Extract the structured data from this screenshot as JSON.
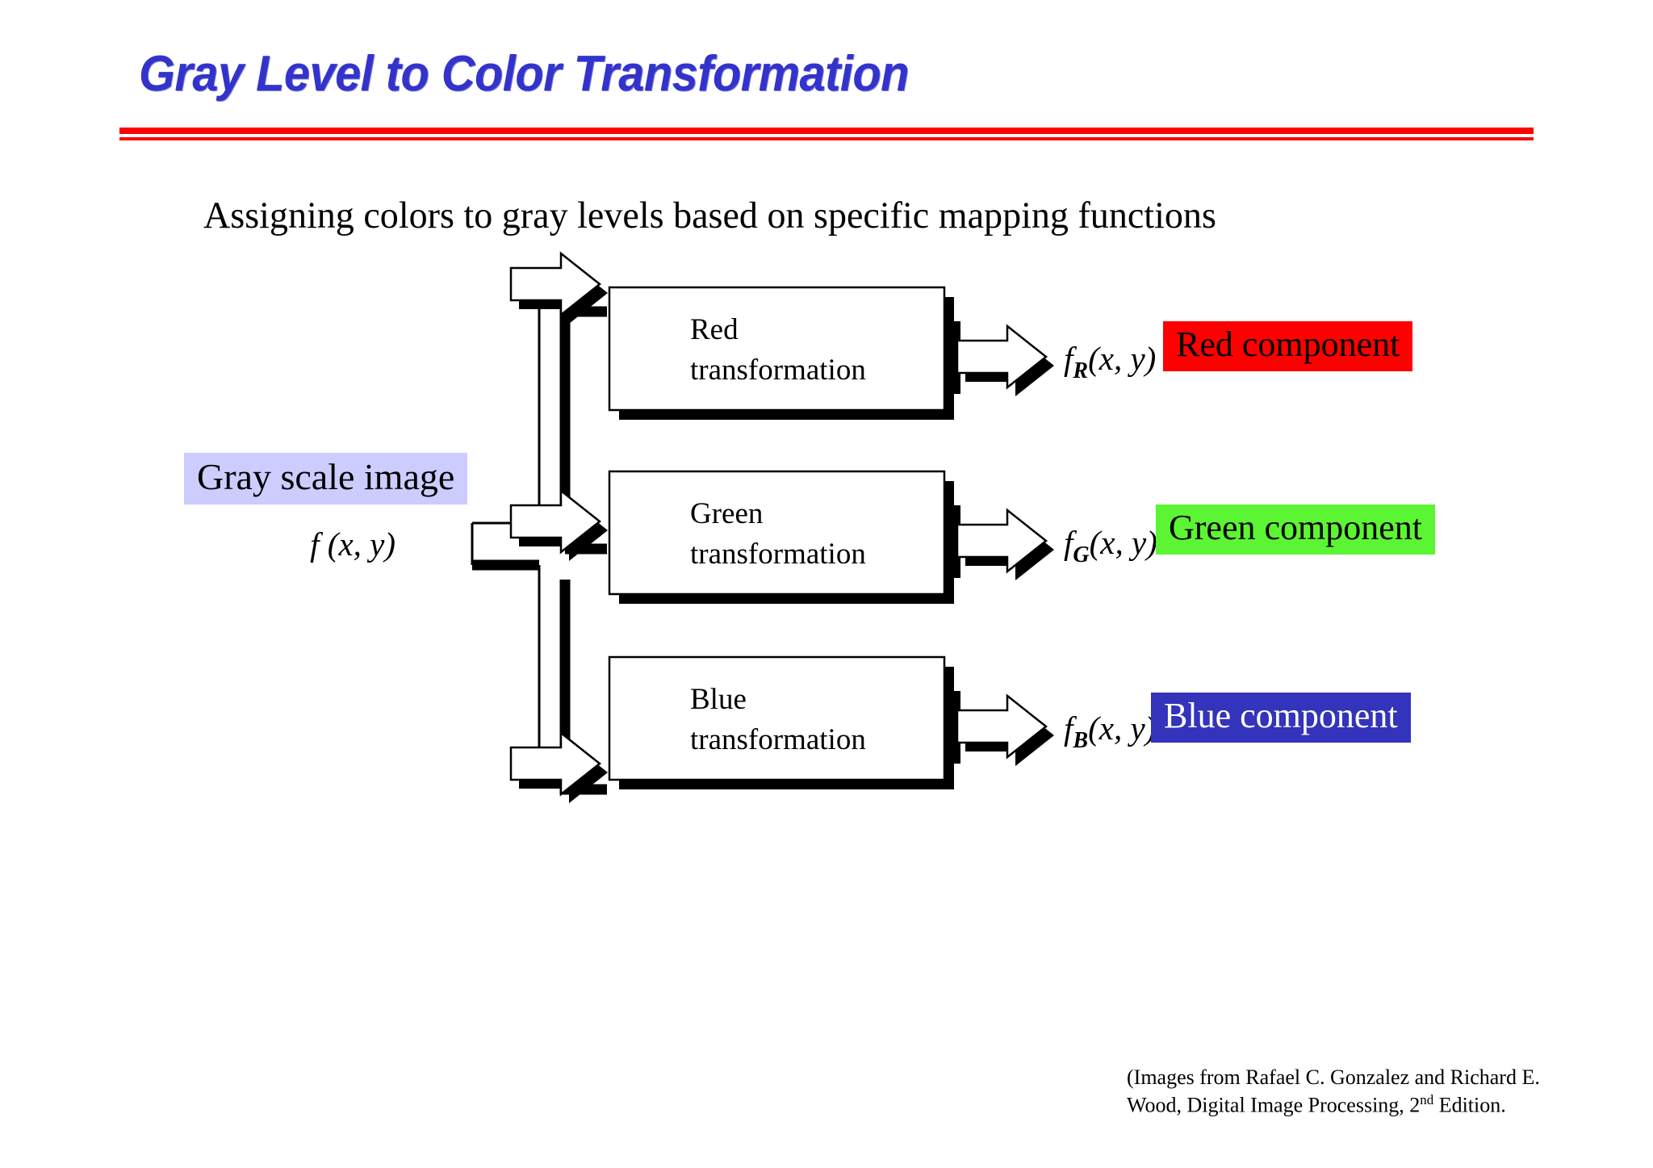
{
  "slide": {
    "title": "Gray Level to Color Transformation",
    "title_color": "#3333CC",
    "divider_color": "#FF0000",
    "subtitle": "Assigning colors to gray levels based on specific mapping functions"
  },
  "diagram": {
    "input_label": "Gray scale image",
    "input_label_bg": "#CCCCFF",
    "input_function": "f (x, y)",
    "blocks": [
      {
        "line1": "Red",
        "line2": "transformation",
        "output": "f",
        "output_sub": "R",
        "output_args": "(x, y)"
      },
      {
        "line1": "Green",
        "line2": "transformation",
        "output": "f",
        "output_sub": "G",
        "output_args": "(x, y)"
      },
      {
        "line1": "Blue",
        "line2": "transformation",
        "output": "f",
        "output_sub": "B",
        "output_args": "(x, y)"
      }
    ],
    "components": [
      {
        "label": "Red component",
        "bg": "#FF0000",
        "fg": "#000000"
      },
      {
        "label": "Green component",
        "bg": "#5CF533",
        "fg": "#000000"
      },
      {
        "label": "Blue component",
        "bg": "#3333BB",
        "fg": "#FFFFFF"
      }
    ]
  },
  "footnote": {
    "line1": "(Images from Rafael C. Gonzalez and Richard E.",
    "line2_pre": "Wood, Digital Image Processing, 2",
    "line2_sup": "nd",
    "line2_post": " Edition."
  }
}
